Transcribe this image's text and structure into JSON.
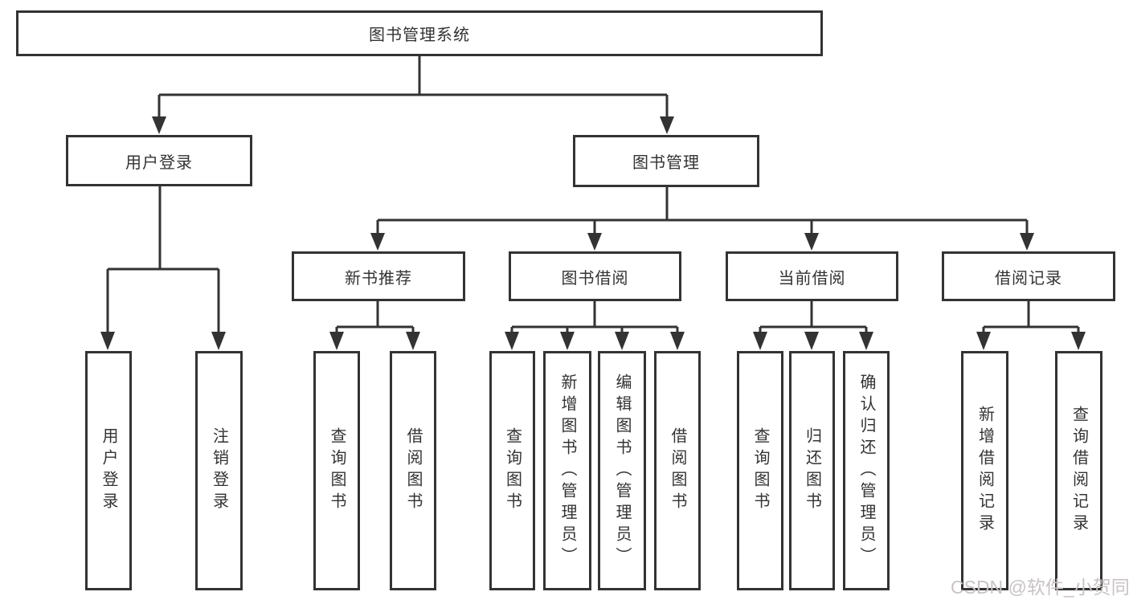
{
  "diagram": {
    "title": "图书管理系统",
    "level2": {
      "user_login": {
        "label": "用户登录",
        "children": [
          "用户登录",
          "注销登录"
        ]
      },
      "book_mgmt": {
        "label": "图书管理",
        "sections": {
          "new_books": {
            "label": "新书推荐",
            "children": [
              "查询图书",
              "借阅图书"
            ]
          },
          "book_borrow": {
            "label": "图书借阅",
            "children": [
              "查询图书",
              "新增图书（管理员）",
              "编辑图书（管理员）",
              "借阅图书"
            ]
          },
          "current_borrow": {
            "label": "当前借阅",
            "children": [
              "查询图书",
              "归还图书",
              "确认归还（管理员）"
            ]
          },
          "borrow_records": {
            "label": "借阅记录",
            "children": [
              "新增借阅记录",
              "查询借阅记录"
            ]
          }
        }
      }
    }
  },
  "watermark": {
    "text": "CSDN @软件_小贺同学"
  },
  "colors": {
    "line": "#333333",
    "text": "#333333",
    "background": "#ffffff",
    "watermark": "#c9c3c3"
  }
}
